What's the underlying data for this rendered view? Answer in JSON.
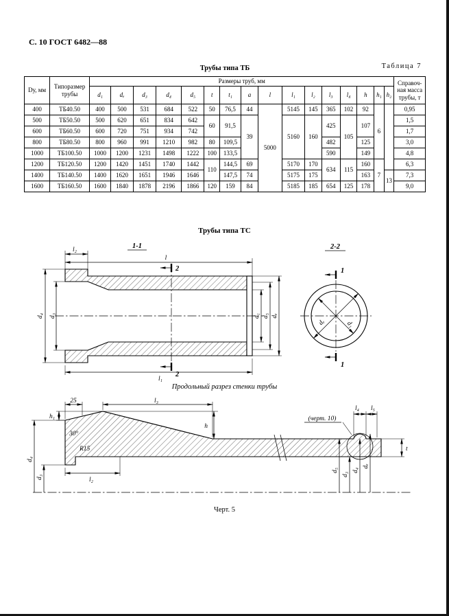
{
  "page": {
    "header": "С. 10 ГОСТ 6482—88",
    "table_caption": "Таблица 7",
    "section_tb_title": "Трубы типа ТБ",
    "section_ts_title": "Трубы типа ТС",
    "figure_caption": "Черт. 5"
  },
  "table": {
    "header": {
      "dy": "Dу, мм",
      "type": "Типоразмер трубы",
      "sizes_group": "Размеры труб, мм",
      "mass": "Справоч- ная масса трубы, т",
      "size_cols": [
        "d₁",
        "dₑ",
        "d₃",
        "d₄",
        "d₅",
        "t",
        "t₁",
        "а",
        "l",
        "l₁",
        "l₂",
        "l₃",
        "l₄",
        "h",
        "h₁",
        "h₂"
      ]
    },
    "rows": [
      [
        "400",
        "ТБ40.50",
        "400",
        "500",
        "531",
        "684",
        "522",
        "50",
        "76,5",
        "44",
        {
          "v": "5000",
          "rs": 8
        },
        "5145",
        "145",
        "365",
        "102",
        "92",
        {
          "v": "6",
          "rs": 5
        },
        {
          "v": "",
          "rs": 6
        },
        "0,95"
      ],
      [
        "500",
        "ТБ50.50",
        "500",
        "620",
        "651",
        "834",
        "642",
        {
          "v": "60",
          "rs": 2
        },
        {
          "v": "91,5",
          "rs": 2
        },
        {
          "v": "39",
          "rs": 4
        },
        {
          "v": "5160",
          "rs": 4
        },
        {
          "v": "160",
          "rs": 4
        },
        {
          "v": "425",
          "rs": 2
        },
        {
          "v": "105",
          "rs": 4
        },
        {
          "v": "107",
          "rs": 2
        },
        "1,5"
      ],
      [
        "600",
        "ТБ60.50",
        "600",
        "720",
        "751",
        "934",
        "742",
        "1,7"
      ],
      [
        "800",
        "ТБ80.50",
        "800",
        "960",
        "991",
        "1210",
        "982",
        "80",
        "109,5",
        "482",
        "125",
        "3,0"
      ],
      [
        "1000",
        "ТБ100.50",
        "1000",
        "1200",
        "1231",
        "1498",
        "1222",
        "100",
        "133,5",
        "590",
        "149",
        "4,8"
      ],
      [
        "1200",
        "ТБ120.50",
        "1200",
        "1420",
        "1451",
        "1740",
        "1442",
        {
          "v": "110",
          "rs": 2
        },
        "144,5",
        "69",
        "5170",
        "170",
        {
          "v": "634",
          "rs": 2
        },
        {
          "v": "115",
          "rs": 2
        },
        "160",
        {
          "v": "7",
          "rs": 3
        },
        "6,3"
      ],
      [
        "1400",
        "ТБ140.50",
        "1400",
        "1620",
        "1651",
        "1946",
        "1646",
        "147,5",
        "74",
        "5175",
        "175",
        "163",
        {
          "v": "13",
          "rs": 2
        },
        "7,3"
      ],
      [
        "1600",
        "ТБ160.50",
        "1600",
        "1840",
        "1878",
        "2196",
        "1866",
        "120",
        "159",
        "84",
        "5185",
        "185",
        "654",
        "125",
        "178",
        "9,0"
      ]
    ]
  },
  "drawing1": {
    "section_label": "1-1",
    "view_label": "2-2",
    "cut2": "2",
    "cut1": "1",
    "dim_l": "l",
    "dim_l1": "l₁",
    "dim_l2": "l₂",
    "dim_d1": "d₁",
    "dim_d3": "d₃",
    "dim_d4": "d₄",
    "dim_d5": "d₅",
    "dim_de": "dₑ",
    "circ_d1": "d₁",
    "circ_de": "dₑ"
  },
  "drawing2": {
    "title": "Продольный разрез стенки трубы",
    "detail_ref": "(черт. 10)",
    "dim_25": "25",
    "dim_l3": "l₃",
    "dim_h": "h",
    "dim_h1": "h₁",
    "dim_angle": "30°",
    "dim_r": "R15",
    "dim_l4": "l₄",
    "dim_l5": "l₅",
    "dim_t": "t",
    "dim_l2": "l₂",
    "dim_d4_left": "d₄",
    "dim_d3_left": "d₃",
    "dim_d5": "d₅",
    "dim_d3_right": "d₃",
    "dim_d4_right": "d₄",
    "dim_de": "dₑ"
  }
}
